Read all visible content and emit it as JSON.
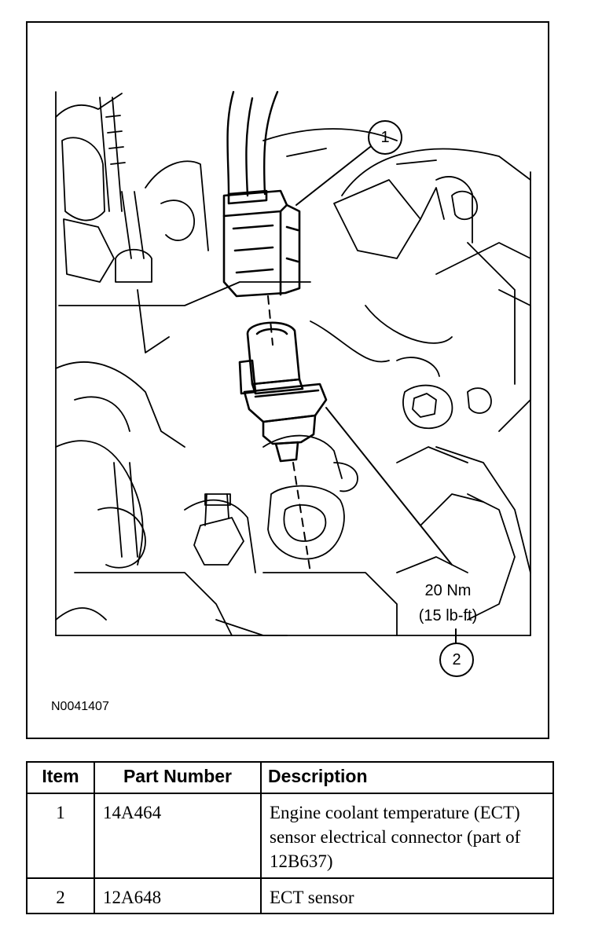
{
  "figure": {
    "id": "N0041407",
    "torque_nm": "20 Nm",
    "torque_lbft": "(15 lb-ft)",
    "callouts": [
      "1",
      "2"
    ]
  },
  "table": {
    "headers": {
      "item": "Item",
      "part_number": "Part Number",
      "description": "Description"
    },
    "rows": [
      {
        "item": "1",
        "part_number": "14A464",
        "description": "Engine coolant temperature (ECT) sensor electrical connector (part of 12B637)"
      },
      {
        "item": "2",
        "part_number": "12A648",
        "description": "ECT sensor"
      }
    ]
  }
}
